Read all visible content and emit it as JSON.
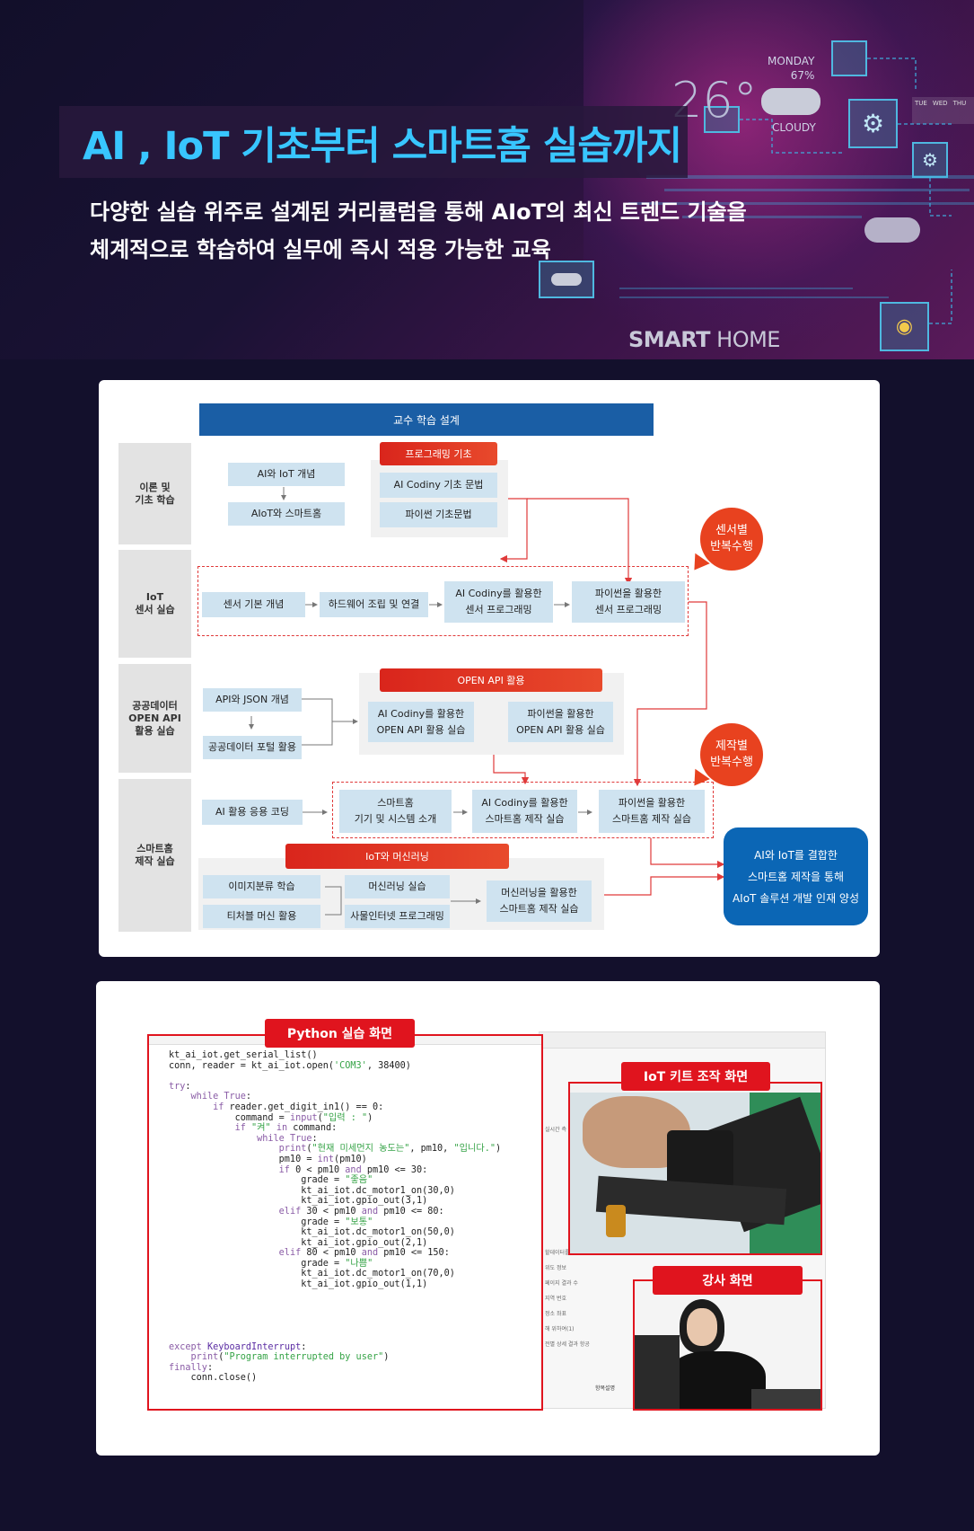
{
  "hero": {
    "title": "AI , IoT 기초부터 스마트홈 실습까지",
    "subtitle_line1": "다양한 실습 위주로 설계된 커리큘럼을 통해  AIoT의 최신 트렌드 기술을",
    "subtitle_line2": "체계적으로 학습하여 실무에 즉시 적용 가능한 교육",
    "weather_day": "MONDAY",
    "weather_humidity": "67%",
    "weather_temp": "26°",
    "weather_condition": "CLOUDY",
    "forecast_days": [
      "TUE",
      "WED",
      "THU"
    ],
    "smart_home_bold": "SMART",
    "smart_home_light": " HOME"
  },
  "diagram": {
    "header": "교수 학습 설계",
    "rows": [
      {
        "label": "이론 및\n기초 학습"
      },
      {
        "label": "IoT\n센서 실습"
      },
      {
        "label": "공공데이터\nOPEN API\n활용 실습"
      },
      {
        "label": "스마트홈\n제작 실습"
      }
    ],
    "theory": {
      "n1": "AI와 IoT 개념",
      "n2": "AIoT와 스마트홈",
      "prog_header": "프로그래밍 기초",
      "prog1": "AI Codiny 기초 문법",
      "prog2": "파이썬 기초문법"
    },
    "sensor": {
      "n1": "센서 기본 개념",
      "n2": "하드웨어 조립 및 연결",
      "n3a": "AI Codiny를 활용한",
      "n3b": "센서 프로그래밍",
      "n4a": "파이썬을 활용한",
      "n4b": "센서 프로그래밍",
      "bubble": "센서별\n반복수행"
    },
    "api": {
      "n1": "API와 JSON 개념",
      "n2": "공공데이터 포털 활용",
      "header": "OPEN API 활용",
      "n3a": "AI Codiny를 활용한",
      "n3b": "OPEN API 활용 실습",
      "n4a": "파이썬을 활용한",
      "n4b": "OPEN API 활용 실습",
      "bubble": "제작별\n반복수행"
    },
    "home": {
      "n1": "AI 활용 응용 코딩",
      "n2a": "스마트홈",
      "n2b": "기기 및 시스템 소개",
      "n3a": "AI Codiny를 활용한",
      "n3b": "스마트홈 제작 실습",
      "n4a": "파이썬을 활용한",
      "n4b": "스마트홈 제작 실습",
      "ml_header": "IoT와 머신러닝",
      "ml1": "이미지분류 학습",
      "ml2": "티처블 머신 활용",
      "ml3": "머신러닝 실습",
      "ml4": "사물인터넷 프로그래밍",
      "ml5a": "머신러닝을 활용한",
      "ml5b": "스마트홈 제작 실습"
    },
    "result": {
      "line1": "AI와 IoT를 결합한",
      "line2": "스마트홈 제작을 통해",
      "line3": "AIoT 솔루션 개발 인재 양성"
    }
  },
  "screens": {
    "python_label": "Python 실습 화면",
    "iot_label": "IoT 키트 조작 화면",
    "teacher_label": "강사 화면",
    "code_lines": [
      "kt_ai_iot.get_serial_list()",
      "conn, reader = kt_ai_iot.open('COM3', 38400)",
      "",
      "try:",
      "    while True:",
      "        if reader.get_digit_in1() == 0:",
      "            command = input(\"입력 : \")",
      "            if \"켜\" in command:",
      "                while True:",
      "                    print(\"현재 미세먼지 농도는\", pm10, \"입니다.\")",
      "                    pm10 = int(pm10)",
      "                    if 0 < pm10 and pm10 <= 30:",
      "                        grade = \"좋음\"",
      "                        kt_ai_iot.dc_motor1_on(30,0)",
      "                        kt_ai_iot.gpio_out(3,1)",
      "                    elif 30 < pm10 and pm10 <= 80:",
      "                        grade = \"보통\"",
      "                        kt_ai_iot.dc_motor1_on(50,0)",
      "                        kt_ai_iot.gpio_out(2,1)",
      "                    elif 80 < pm10 and pm10 <= 150:",
      "                        grade = \"나쁨\"",
      "                        kt_ai_iot.dc_motor1_on(70,0)",
      "                        kt_ai_iot.gpio_out(1,1)",
      "",
      "",
      "",
      "",
      "",
      "except KeyboardInterrupt:",
      "    print(\"Program interrupted by user\")",
      "finally:",
      "    conn.close()"
    ],
    "bg_table_rows": [
      "실시간 측",
      "할데이터를",
      "위도 정보",
      "페이지 결과 수",
      "지역 번호",
      "정소 좌표",
      "해 위하여(1)",
      "전별 상세 결과 항공"
    ],
    "bg_footer": "항목설명"
  }
}
